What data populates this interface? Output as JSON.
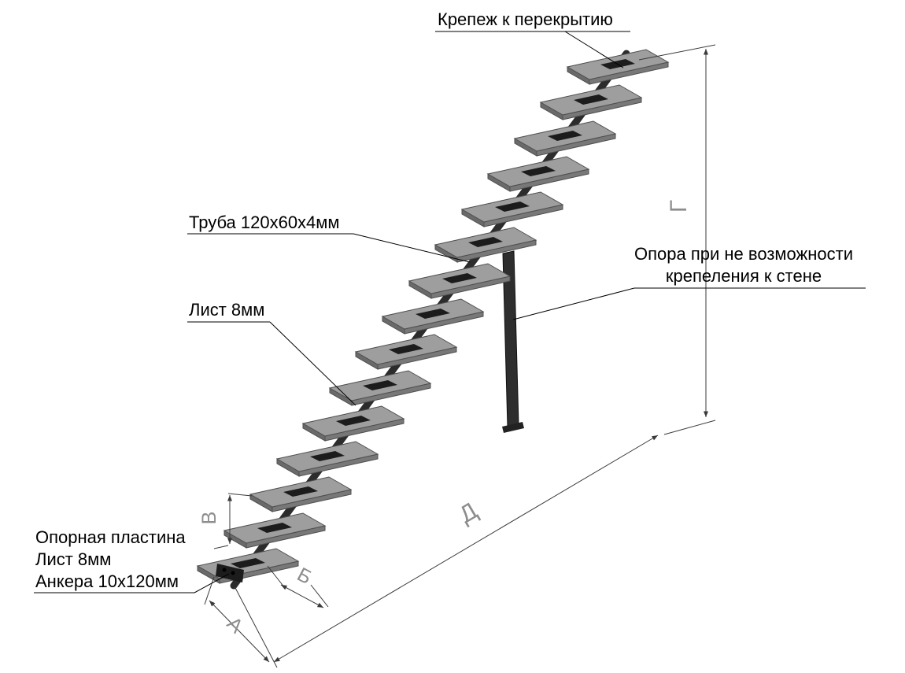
{
  "diagram": {
    "callouts": {
      "ceiling_fastening": "Крепеж к перекрытию",
      "tube": "Труба 120х60х4мм",
      "sheet": "Лист 8мм",
      "support_line1": "Опора при не возможности",
      "support_line2": "крепеления к стене",
      "base_plate_line1": "Опорная пластина",
      "base_plate_line2": "Лист 8мм",
      "base_plate_line3": "Анкера 10х120мм"
    },
    "dimension_letters": {
      "a": "А",
      "b": "Б",
      "v": "В",
      "g": "Г",
      "d": "Д"
    },
    "structure": {
      "steps_count": 15
    },
    "colors": {
      "tread_top": "#9e9e9e",
      "tread_front": "#787878",
      "tread_end": "#6a6a6a",
      "slot": "#1c1c1c",
      "stringer": "#2c2c2c",
      "post": "#2e2e2e",
      "bracket": "#1c1c1c",
      "dimension": "#3a3a3a",
      "dimension_text": "#8d8d8d",
      "text": "#000000",
      "background": "#ffffff"
    }
  }
}
